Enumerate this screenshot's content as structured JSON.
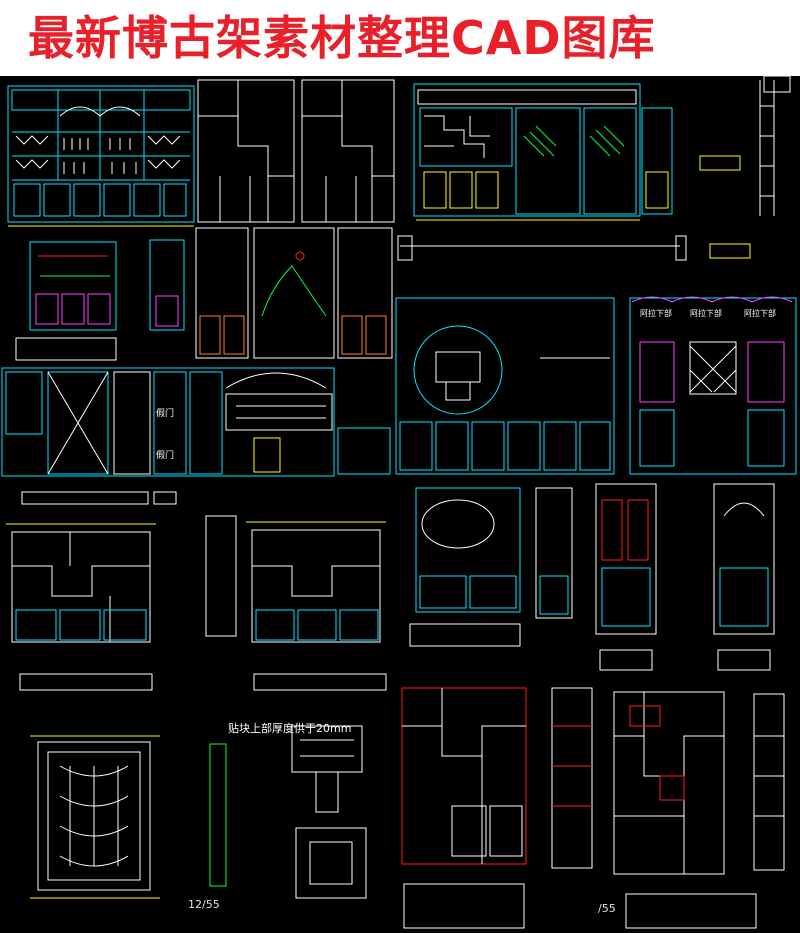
{
  "banner": {
    "title": "最新博古架素材整理CAD图库",
    "title_color": "#e8202a"
  },
  "cad_labels": {
    "page_left": "12/55",
    "page_right": "/55",
    "thickness_note": "贴块上部厚度供于20mm",
    "door_label_1": "假门",
    "door_label_2": "假门",
    "tag_1": "阿拉下部",
    "tag_2": "阿拉下部",
    "tag_3": "阿拉下部"
  },
  "colors": {
    "background": "#000000",
    "line_cyan": "#00e5ff",
    "line_white": "#ffffff",
    "line_yellow": "#ffff00",
    "line_green": "#00ff40",
    "line_red": "#ff2020",
    "line_magenta": "#ff40ff"
  }
}
